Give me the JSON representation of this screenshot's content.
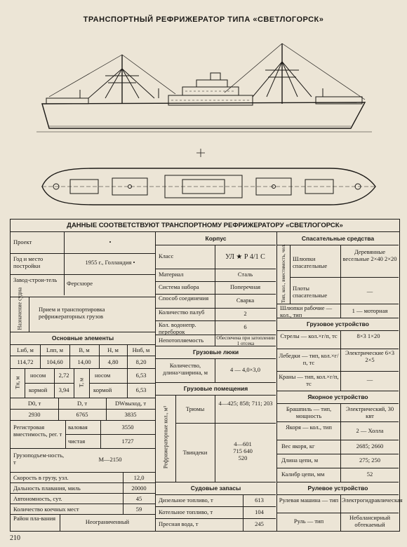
{
  "title": "ТРАНСПОРТНЫЙ РЕФРИЖЕРАТОР ТИПА «СВЕТЛОГОРСК»",
  "data_header": "ДАННЫЕ СООТВЕТСТВУЮТ ТРАНСПОРТНОМУ РЕФРИЖЕРАТОРУ «СВЕТЛОГОРСК»",
  "page_number": "210",
  "col1": {
    "project_label": "Проект",
    "project_value": "•",
    "year_label": "Год и место постройки",
    "year_value": "1955 г., Голландия •",
    "builder_label": "Завод-строи-тель",
    "builder_value": "Ферсхюре",
    "purpose_label": "Назначение судна",
    "purpose_value": "Прием и транспортировка рефрижераторных грузов",
    "main_elements": "Основные элементы",
    "dims_headers": [
      "Lнб, м",
      "Lпп, м",
      "B, м",
      "H, м",
      "Hнб, м"
    ],
    "dims_values": [
      "114,72",
      "104,60",
      "14,00",
      "4,80",
      "8,20"
    ],
    "draft_t_label": "Tн, м",
    "draft_t_bow_label": "носом",
    "draft_t_bow": "2,72",
    "draft_t_stern_label": "кормой",
    "draft_t_stern": "3,94",
    "draft_T_label": "T, м",
    "draft_T_bow_label": "носом",
    "draft_T_bow": "6,53",
    "draft_T_stern_label": "кормой",
    "draft_T_stern": "6,53",
    "disp_headers": [
      "D0, т",
      "D, т",
      "DWвыход, т"
    ],
    "disp_values": [
      "2930",
      "6765",
      "3835"
    ],
    "tonnage_label": "Регистровая вместимость, рег. т",
    "gross_label": "валовая",
    "gross_value": "3550",
    "net_label": "чистая",
    "net_value": "1727",
    "capacity_label": "Грузоподъем-ность, т",
    "capacity_value": "М—2150",
    "speed_label": "Скорость в грузу, узл.",
    "speed_value": "12,0",
    "range_label": "Дальность плавания, миль",
    "range_value": "20000",
    "autonomy_label": "Автономность, сут.",
    "autonomy_value": "45",
    "berths_label": "Количество коечных мест",
    "berths_value": "59",
    "area_label": "Район пла-вания",
    "area_value": "Неограниченный"
  },
  "col2": {
    "hull_header": "Корпус",
    "class_label": "Класс",
    "class_value": "УЛ ★ Р 4/1 С",
    "material_label": "Материал",
    "material_value": "Сталь",
    "framing_label": "Система набора",
    "framing_value": "Поперечная",
    "joint_label": "Способ соединения",
    "joint_value": "Сварка",
    "decks_label": "Количество палуб",
    "decks_value": "2",
    "bulkheads_label": "Кол. водонепр. переборок",
    "bulkheads_value": "6",
    "unsink_label": "Непотопляемость",
    "unsink_value": "Обеспечена при затоплении 1 отсека",
    "hatches_header": "Грузовые люки",
    "hatches_label": "Количество, длина×ширина, м",
    "hatches_value": "4 — 4,0×3,0",
    "cargo_header": "Грузовые помещения",
    "refrig_label": "Рефрижераторные кол., м³",
    "holds_label": "Трюмы",
    "holds_value": "4—425; 858; 711; 203",
    "tween_label": "Твиндеки",
    "tween_value": "4—601 715 640 520",
    "stores_header": "Судовые запасы",
    "diesel_label": "Дизельное топливо, т",
    "diesel_value": "613",
    "boiler_label": "Котельное топливо, т",
    "boiler_value": "104",
    "water_label": "Пресная вода, т",
    "water_value": "245"
  },
  "col3": {
    "lifesaving_header": "Спасательные средства",
    "lifesaving_side": "Тип, кол., вместимость, чел.",
    "boats_label": "Шлюпки спасательные",
    "boats_value": "Деревянные весельные 2×40 2×20",
    "rafts_label": "Плоты спасательные",
    "rafts_value": "—",
    "work_boats_label": "Шлюпки рабочие — кол., тип",
    "work_boats_value": "1 — моторная",
    "cargo_gear_header": "Грузовое устройство",
    "booms_label": "Стрелы — кол.×г/п, тс",
    "booms_value": "8×3 1×20",
    "winches_label": "Лебедки — тип, кол.×г/п, тс",
    "winches_value": "Электрические 6×3 2×5",
    "cranes_label": "Краны — тип, кол.×г/п, тс",
    "cranes_value": "—",
    "anchor_header": "Якорное устройство",
    "windlass_label": "Брашпиль — тип, мощность",
    "windlass_value": "Электрический, 30 квт",
    "anchors_label": "Якоря — кол., тип",
    "anchors_value": "2 — Холла",
    "anchor_weight_label": "Вес якоря, кг",
    "anchor_weight_value": "2685; 2660",
    "chain_length_label": "Длина цепи, м",
    "chain_length_value": "275; 250",
    "chain_gauge_label": "Калибр цепи, мм",
    "chain_gauge_value": "52",
    "steering_header": "Рулевое устройство",
    "steering_gear_label": "Рулевая машина — тип",
    "steering_gear_value": "Электрогидравлическая",
    "rudder_label": "Руль — тип",
    "rudder_value": "Небалансирный обтекаемый"
  }
}
